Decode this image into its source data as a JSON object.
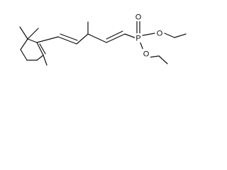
{
  "structure": {
    "atoms": {
      "phosphorus": "P",
      "oxygen_top": "O",
      "oxygen_right": "O",
      "oxygen_bottom": "O"
    }
  },
  "colors": {
    "bond": "#111111",
    "background": "#ffffff"
  }
}
